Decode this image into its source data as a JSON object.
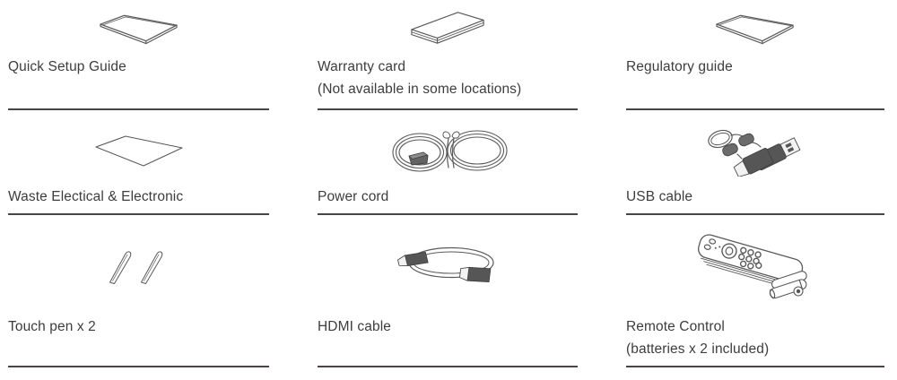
{
  "page": {
    "type": "manual-package-contents",
    "background_color": "#ffffff",
    "rule_color": "#4a4444",
    "text_color": "#3d3d3d"
  },
  "items": [
    {
      "label": "Quick Setup Guide",
      "note": "",
      "icon": "setup-guide-booklet-icon"
    },
    {
      "label": "Warranty card",
      "note": "(Not available in some locations)",
      "icon": "warranty-card-icon"
    },
    {
      "label": "Regulatory guide",
      "note": "",
      "icon": "regulatory-guide-booklet-icon"
    },
    {
      "label": "Waste Electical & Electronic",
      "note": "",
      "icon": "wee-sheet-icon"
    },
    {
      "label": "Power cord",
      "note": "",
      "icon": "power-cord-icon"
    },
    {
      "label": "USB cable",
      "note": "",
      "icon": "usb-cable-icon"
    },
    {
      "label": "Touch pen x 2",
      "note": "",
      "icon": "touch-pen-icon"
    },
    {
      "label": "HDMI cable",
      "note": "",
      "icon": "hdmi-cable-icon"
    },
    {
      "label": "Remote Control",
      "note": "(batteries x 2 included)",
      "icon": "remote-control-icon"
    }
  ]
}
